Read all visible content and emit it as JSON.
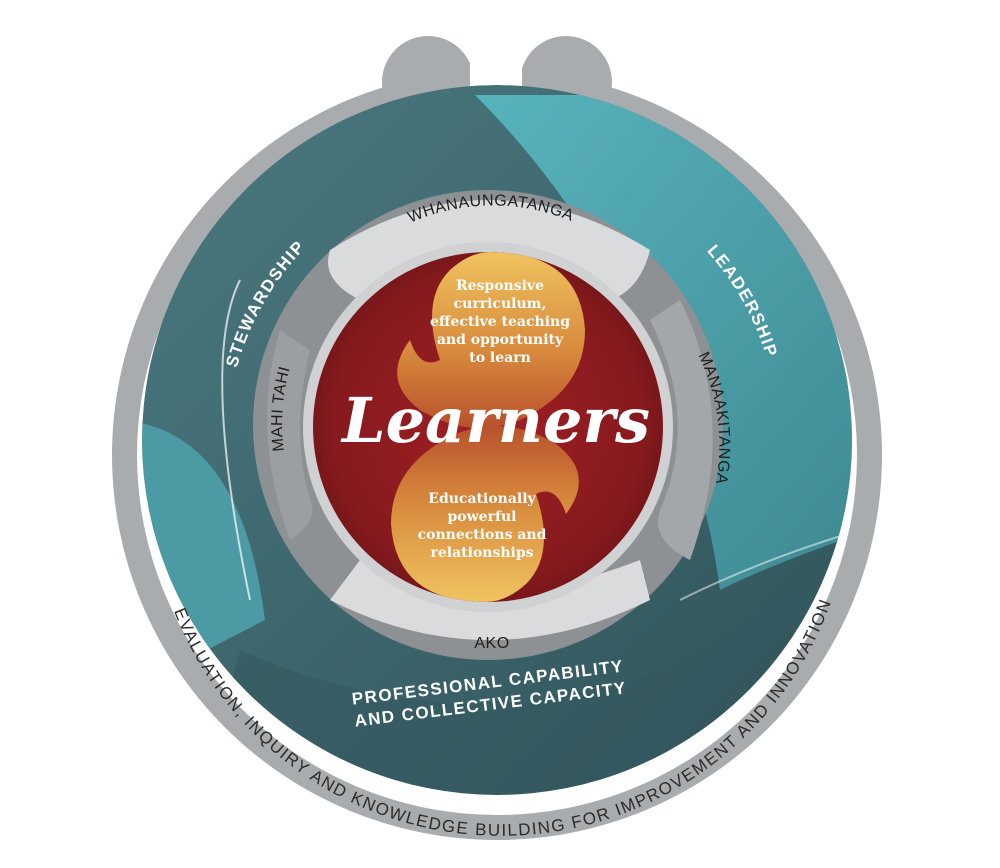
{
  "outer_ring": {
    "label": "EVALUATION, INQUIRY AND KNOWLEDGE BUILDING FOR IMPROVEMENT AND INNOVATION"
  },
  "domains": {
    "stewardship": "STEWARDSHIP",
    "leadership": "LEADERSHIP",
    "professional_capability": [
      "PROFESSIONAL CAPABILITY",
      "AND COLLECTIVE CAPACITY"
    ]
  },
  "values_ring": {
    "top": "WHANAUNGATANGA",
    "right": "MANAAKITANGA",
    "bottom": "AKO",
    "left": "MAHI TAHI"
  },
  "core": {
    "title": "Learners",
    "upper_text": [
      "Responsive",
      "curriculum,",
      "effective teaching",
      "and opportunity",
      "to learn"
    ],
    "lower_text": [
      "Educationally",
      "powerful",
      "connections and",
      "relationships"
    ]
  },
  "colors": {
    "outer_grey": "#a9acae",
    "teal_dark": "#3f6a71",
    "teal_light": "#4fa2ab",
    "values_light": "#d9dbdc",
    "values_dark": "#8e9194",
    "core_red": "#8e1c20",
    "core_gold": "#e0a448"
  }
}
